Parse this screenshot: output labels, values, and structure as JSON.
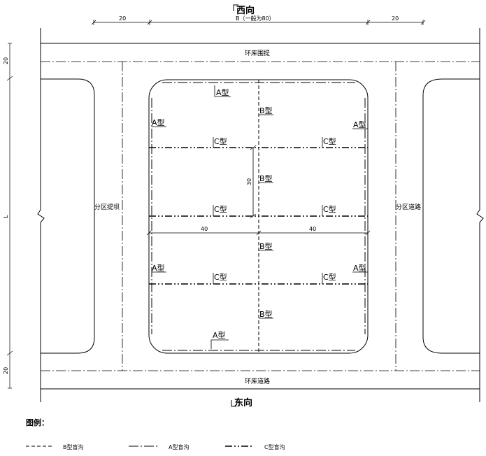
{
  "orientation": {
    "north": "西向",
    "south": "东向"
  },
  "dimensions": {
    "top_left": "20",
    "top_middle": "B（一般为80）",
    "top_right": "20",
    "left_top": "20",
    "left_bottom": "20",
    "left_middle": "L",
    "inner_vertical": "30",
    "inner_left": "40",
    "inner_right": "40"
  },
  "labels": {
    "top_road": "环库围提",
    "bottom_road": "环库道路",
    "left_dyke": "分区提坝",
    "right_road": "分区道路"
  },
  "ditch_labels": {
    "a_top": "A型",
    "a_left_upper": "A型",
    "a_right_upper": "A型",
    "a_left_lower": "A型",
    "a_right_lower": "A型",
    "a_bottom": "A型",
    "b_1": "B型",
    "b_2": "B型",
    "b_3": "B型",
    "b_4": "B型",
    "c_1l": "C型",
    "c_1r": "C型",
    "c_2l": "C型",
    "c_2r": "C型",
    "c_3l": "C型",
    "c_3r": "C型"
  },
  "legend": {
    "title": "图例：",
    "items": [
      {
        "label": "B型盲沟"
      },
      {
        "label": "A型盲沟"
      },
      {
        "label": "C型盲沟"
      }
    ]
  }
}
